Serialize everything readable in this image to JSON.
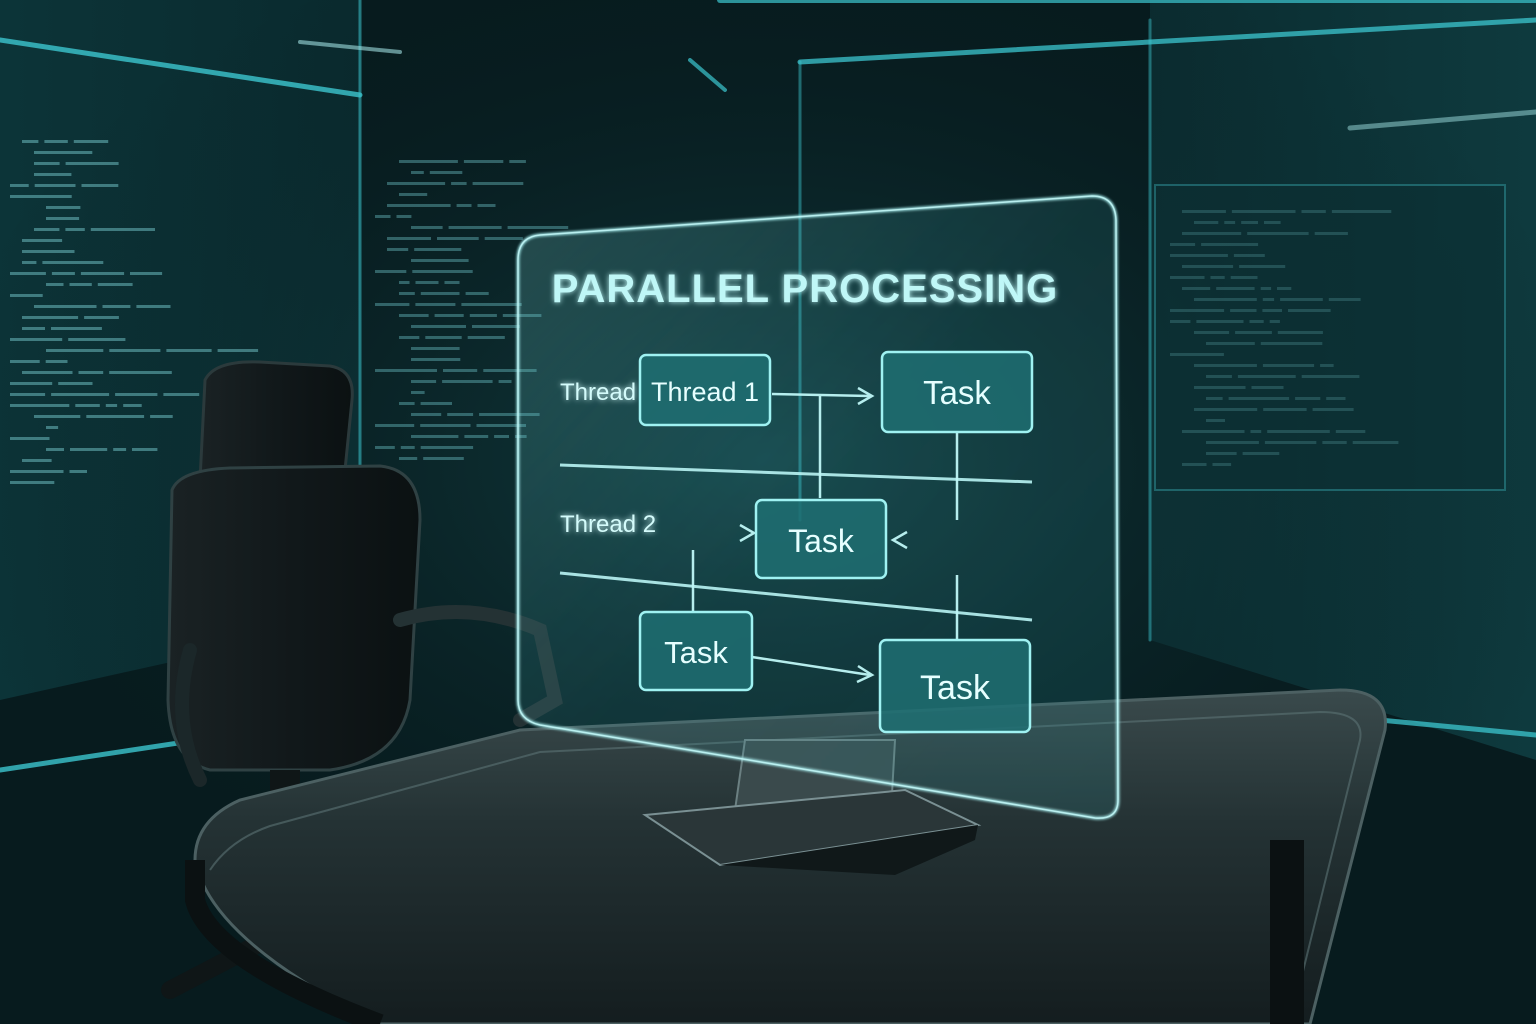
{
  "screen": {
    "title": "PARALLEL PROCESSING",
    "row_labels": {
      "thread_a": "Thread",
      "thread_b": "Thread 2"
    },
    "boxes": {
      "thread1": "Thread 1",
      "task_top": "Task",
      "task_middle": "Task",
      "task_bottom_left": "Task",
      "task_bottom_right": "Task"
    }
  },
  "colors": {
    "glow": "#7fe3e6",
    "box_fill": "#1f6f72",
    "box_border": "#9ff2f2",
    "room_accent": "#3cc6cf"
  }
}
